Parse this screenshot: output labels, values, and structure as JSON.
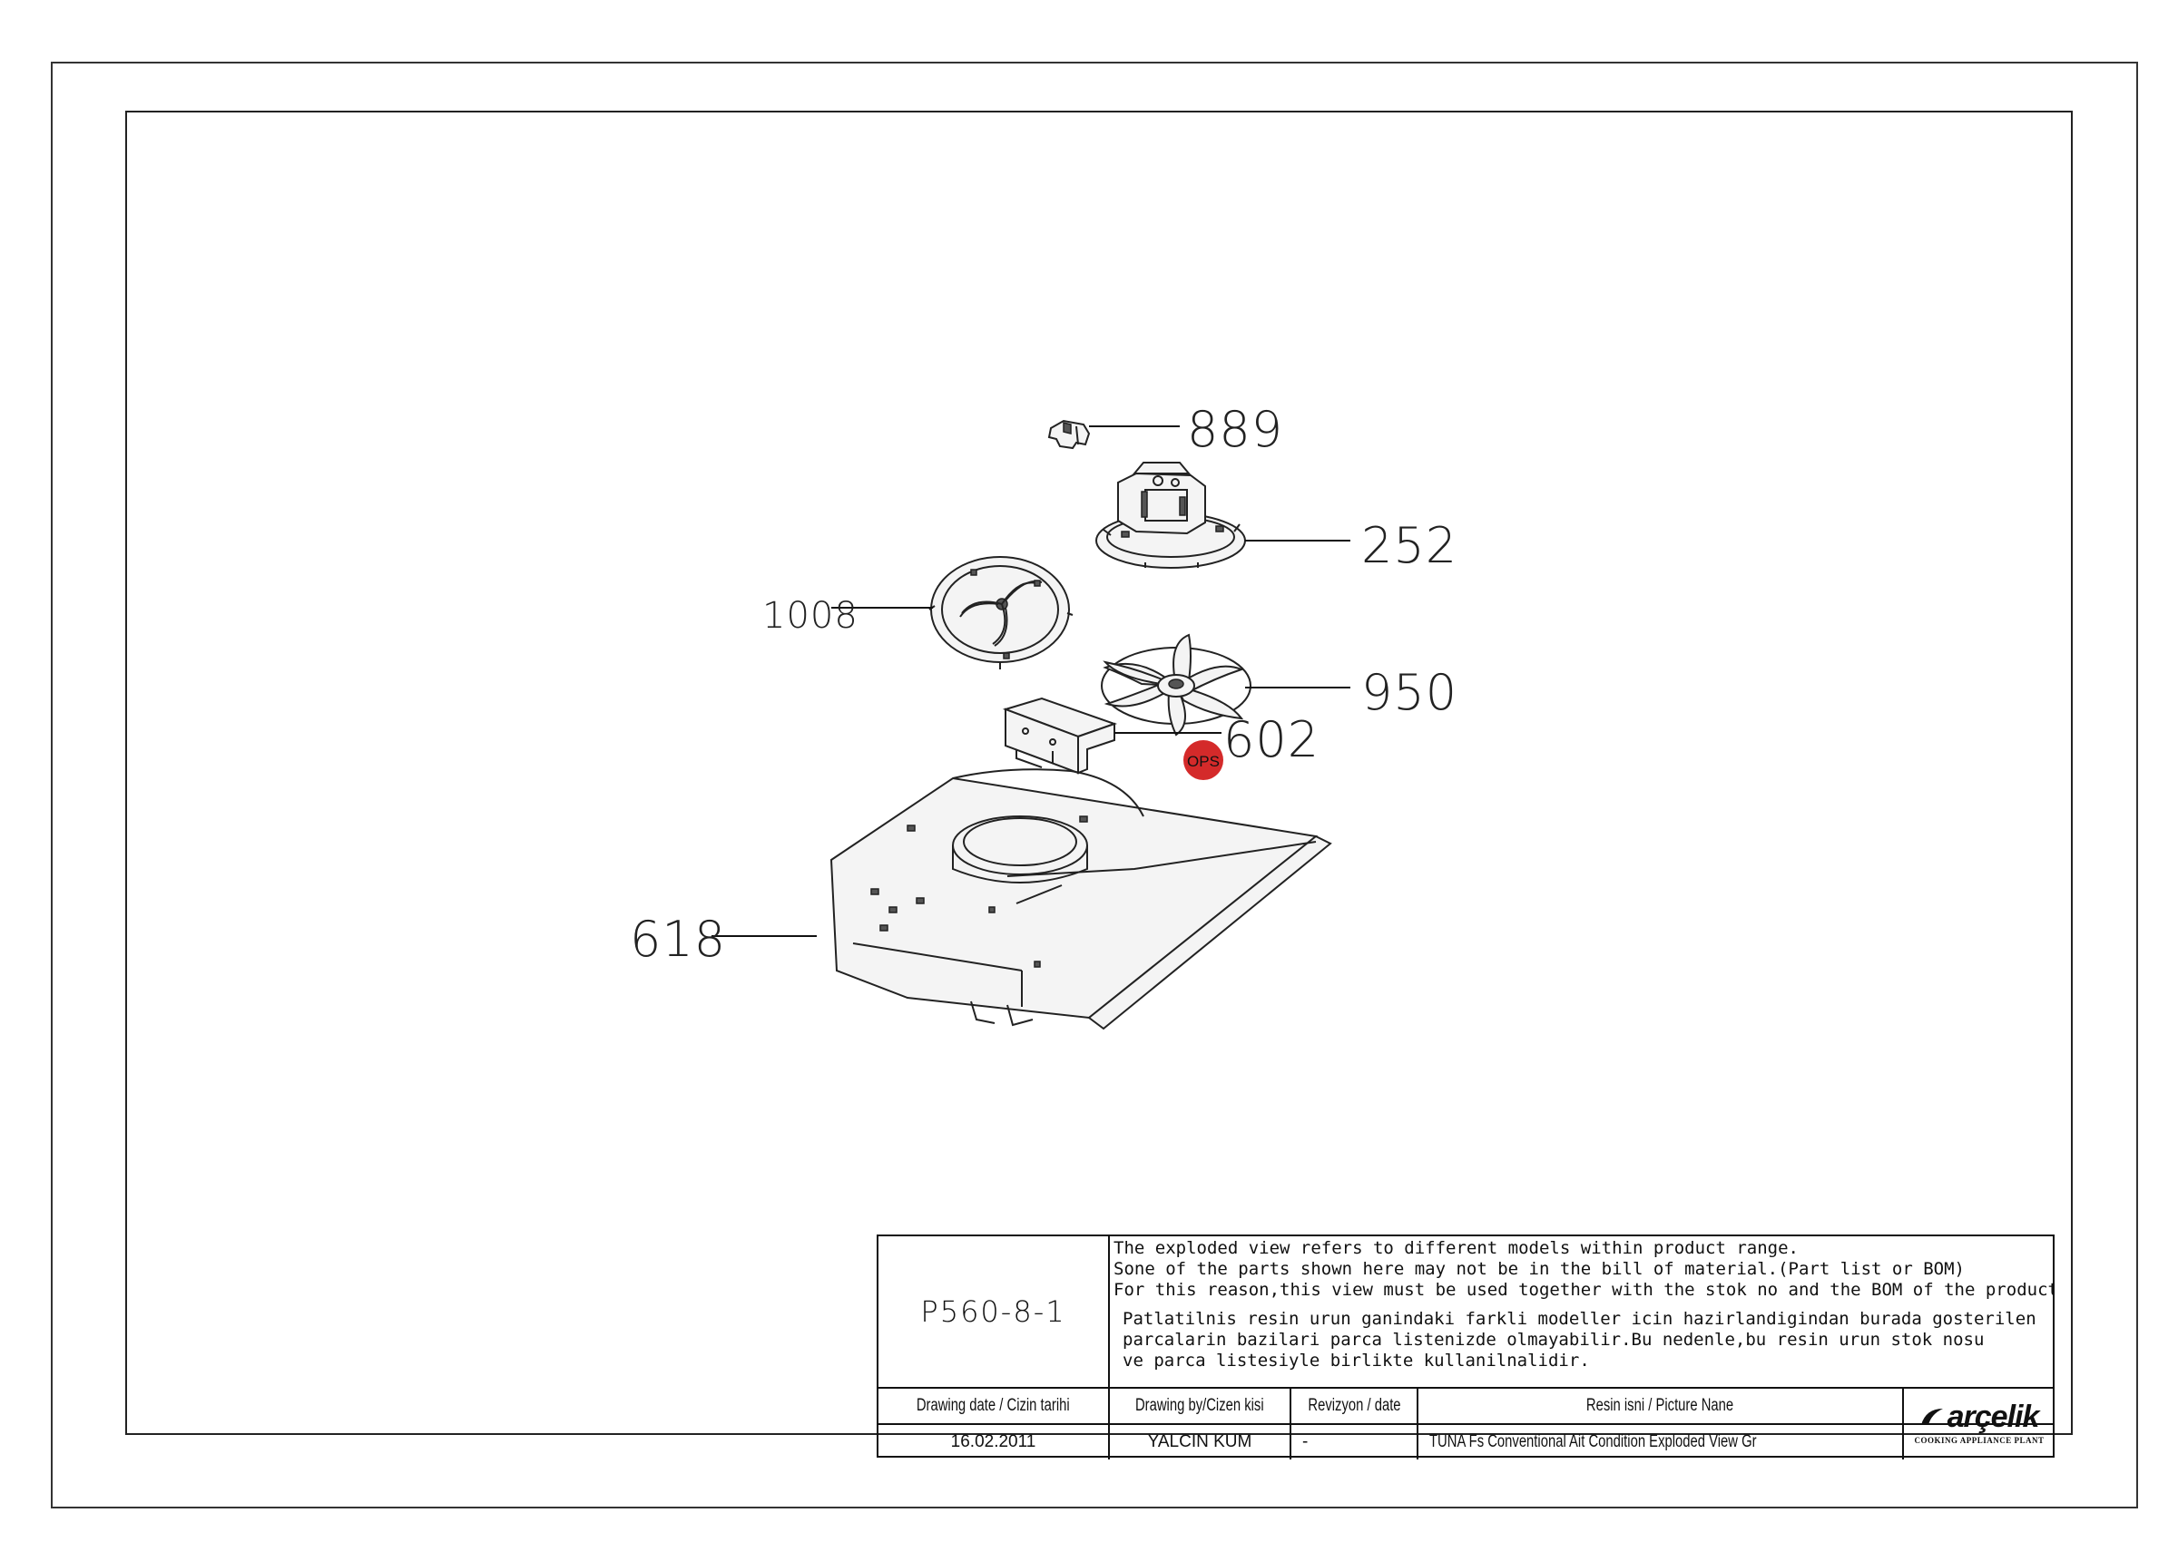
{
  "callouts": {
    "c889": "889",
    "c252": "252",
    "c1008": "1008",
    "c950": "950",
    "c602": "602",
    "c618": "618"
  },
  "badge": {
    "label": "OPS",
    "color": "#d42a2a"
  },
  "title_block": {
    "drawing_code": "P560-8-1",
    "notes_en": [
      "The exploded view refers to different models within product range.",
      "Sone of the parts shown here may not be in the bill of material.(Part list or BOM)",
      "For this reason,this view must be used together with the stok no and the BOM of the product"
    ],
    "notes_tr": [
      "Patlatilnis resin urun ganindaki farkli modeller icin hazirlandigindan burada gosterilen",
      "parcalarin bazilari parca listenizde olmayabilir.Bu nedenle,bu resin urun stok nosu",
      "ve parca listesiyle birlikte kullanilnalidir."
    ],
    "headers": {
      "drawing_date": "Drawing date / Cizin tarihi",
      "drawing_by": "Drawing by/Cizen kisi",
      "revision": "Revizyon / date",
      "picture_name": "Resin isni / Picture Nane"
    },
    "values": {
      "drawing_date": "16.02.2011",
      "drawing_by": "YALCIN KUM",
      "revision": "-",
      "picture_name": "TUNA Fs Conventional Ait Condition Exploded View Gr"
    },
    "logo": {
      "brand": "arçelik",
      "subtitle": "COOKING APPLIANCE PLANT"
    }
  }
}
